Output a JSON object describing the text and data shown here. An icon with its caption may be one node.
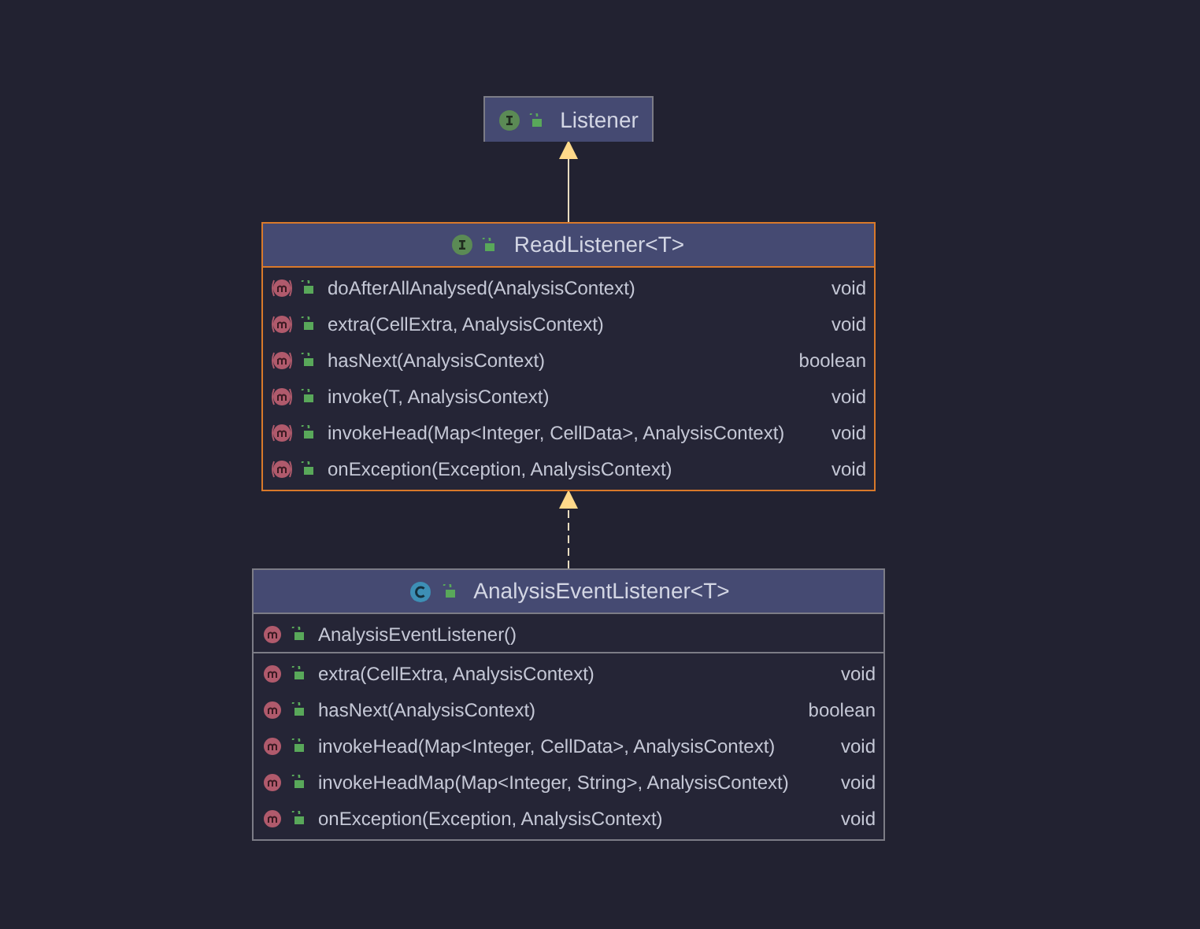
{
  "diagram": {
    "nodes": [
      {
        "text": [
          "Listener"
        ]
      },
      {
        "text": [
          "ReadListener<T>",
          "doAfterAllAnalysed(AnalysisContext)",
          "void",
          "extra(CellExtra, AnalysisContext)",
          "void",
          "hasNext(AnalysisContext)",
          "boolean",
          "invoke(T, AnalysisContext)",
          "void",
          "invokeHead(Map<Integer, CellData>, AnalysisContext)",
          "void",
          "onException(Exception, AnalysisContext)",
          "void"
        ]
      },
      {
        "text": [
          "AnalysisEventListener<T>",
          "AnalysisEventListener()",
          "extra(CellExtra, AnalysisContext)",
          "void",
          "hasNext(AnalysisContext)",
          "boolean",
          "invokeHead(Map<Integer, CellData>, AnalysisContext)",
          "void",
          "invokeHeadMap(Map<Integer, String>, AnalysisContext)",
          "void",
          "onException(Exception, AnalysisContext)",
          "void"
        ]
      }
    ],
    "edges": [
      {
        "from": 1,
        "to": 0,
        "arrow": "to"
      },
      {
        "from": 2,
        "to": 1,
        "arrow": "to",
        "style": "dashed"
      }
    ]
  }
}
